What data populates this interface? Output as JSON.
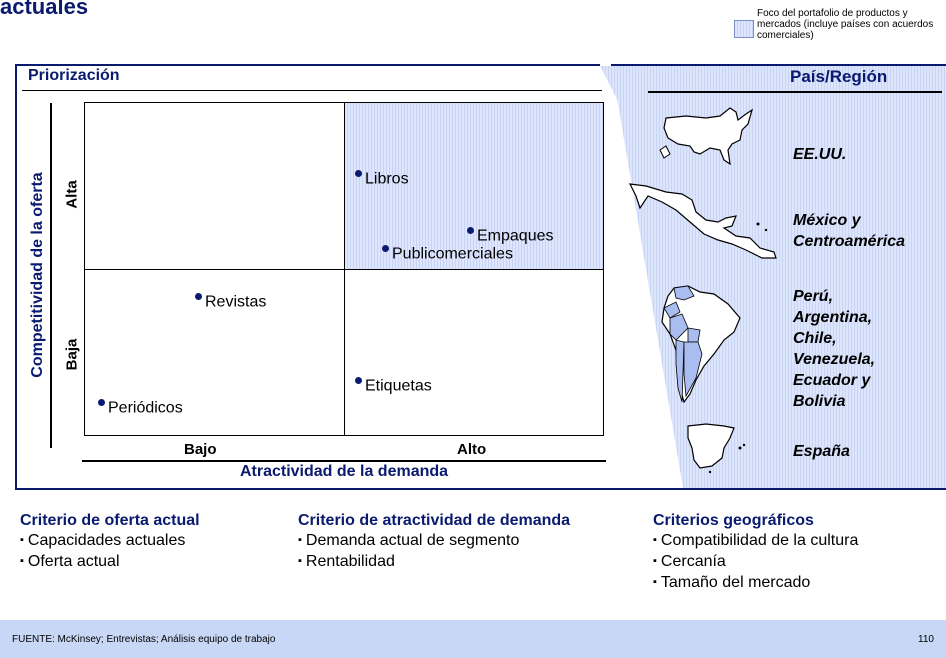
{
  "title": "actuales",
  "legend": {
    "text": "Foco del portafolio de productos y mercados (incluye países con acuerdos comerciales)"
  },
  "matrix": {
    "heading": "Priorización",
    "y_axis_title": "Competitividad de la oferta",
    "y_high": "Alta",
    "y_low": "Baja",
    "x_axis_title": "Atractividad de la demanda",
    "x_low": "Bajo",
    "x_high": "Alto",
    "items": {
      "libros": "Libros",
      "empaques": "Empaques",
      "publicomerciales": "Publicomerciales",
      "revistas": "Revistas",
      "etiquetas": "Etiquetas",
      "periodicos": "Periódicos"
    }
  },
  "regions": {
    "heading": "País/Región",
    "eeuu": "EE.UU.",
    "mexico_l1": "México y",
    "mexico_l2": "Centroamérica",
    "sa_l1": "Perú,",
    "sa_l2": "Argentina,",
    "sa_l3": "Chile,",
    "sa_l4": "Venezuela,",
    "sa_l5": "Ecuador y",
    "sa_l6": "Bolivia",
    "espana": "España"
  },
  "criteria": {
    "oferta": {
      "title": "Criterio de oferta actual",
      "items": [
        "Capacidades actuales",
        "Oferta actual"
      ]
    },
    "demanda": {
      "title": "Criterio de atractividad de demanda",
      "items": [
        "Demanda actual de segmento",
        "Rentabilidad"
      ]
    },
    "geo": {
      "title": "Criterios geográficos",
      "items": [
        "Compatibilidad de la cultura",
        "Cercanía",
        "Tamaño del mercado"
      ]
    }
  },
  "footer": {
    "source": "FUENTE: McKinsey; Entrevistas; Análisis equipo de trabajo",
    "page": "110"
  }
}
